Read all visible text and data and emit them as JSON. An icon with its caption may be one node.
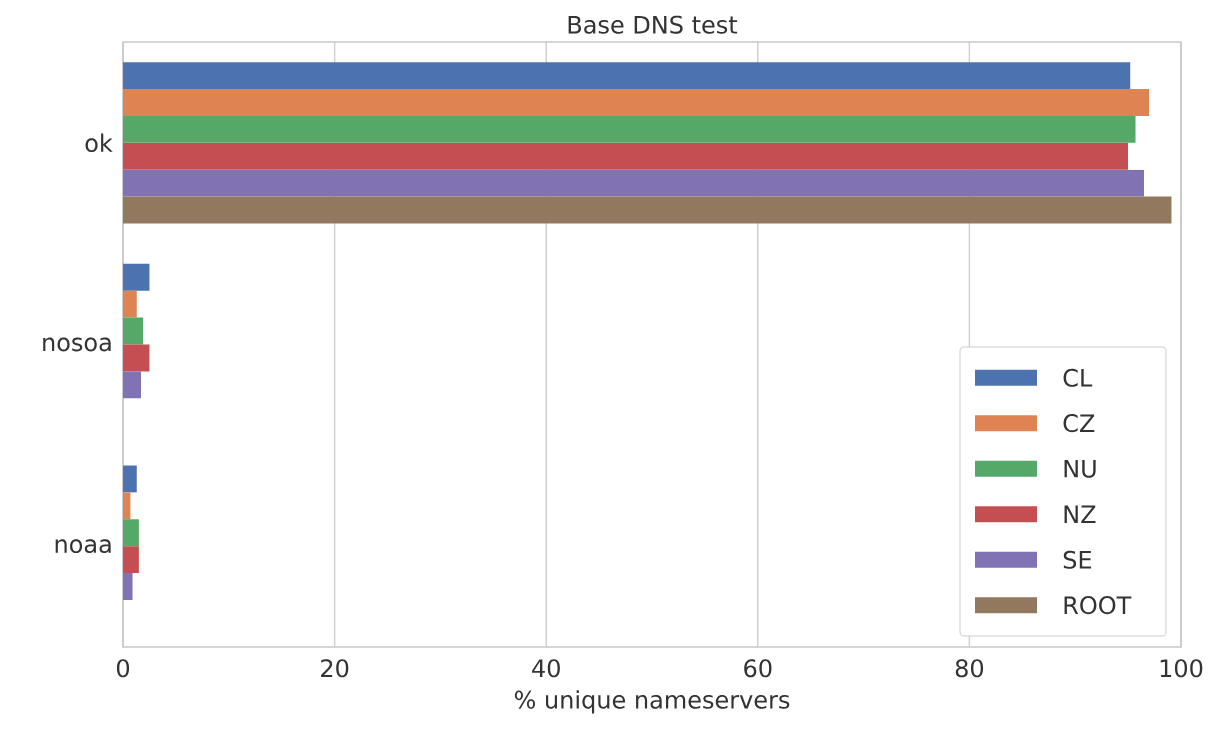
{
  "diagram": {
    "chart_data": {
      "type": "bar",
      "orientation": "horizontal",
      "title": "Base DNS test",
      "xlabel": "% unique nameservers",
      "categories": [
        "ok",
        "nosoa",
        "noaa"
      ],
      "series": [
        {
          "name": "CL",
          "color": "#4c72b0",
          "values": [
            95.2,
            2.5,
            1.3
          ]
        },
        {
          "name": "CZ",
          "color": "#dd8452",
          "values": [
            97.0,
            1.3,
            0.7
          ]
        },
        {
          "name": "NU",
          "color": "#55a868",
          "values": [
            95.7,
            1.9,
            1.5
          ]
        },
        {
          "name": "NZ",
          "color": "#c44e52",
          "values": [
            95.0,
            2.5,
            1.5
          ]
        },
        {
          "name": "SE",
          "color": "#8172b3",
          "values": [
            96.5,
            1.7,
            0.9
          ]
        },
        {
          "name": "ROOT",
          "color": "#937860",
          "values": [
            99.1,
            0,
            0
          ]
        }
      ],
      "xlim": [
        0,
        100
      ],
      "xticks": [
        0,
        20,
        40,
        60,
        80,
        100
      ],
      "grid": "x",
      "legend": true
    }
  }
}
